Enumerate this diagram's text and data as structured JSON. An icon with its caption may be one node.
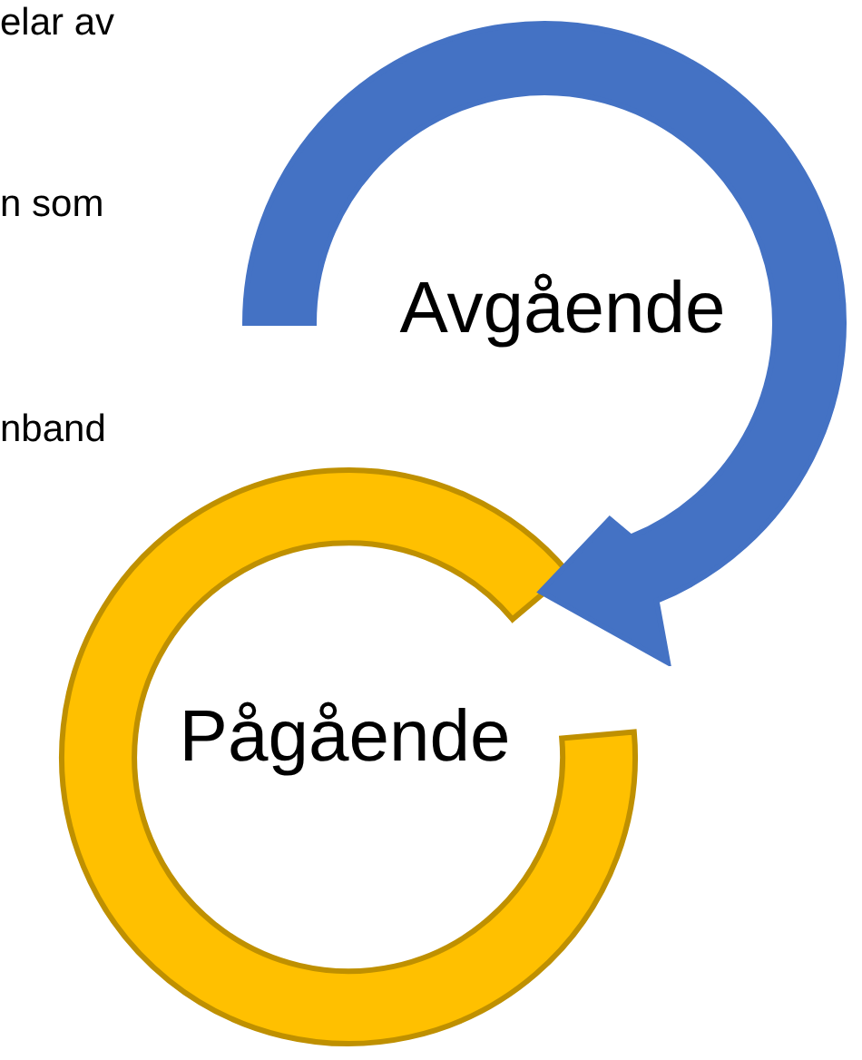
{
  "diagram": {
    "nodes": [
      {
        "text": [
          "Avgående"
        ]
      },
      {
        "text": [
          "Pågående"
        ]
      }
    ],
    "labels": [
      "elar av",
      "n som",
      "nband"
    ]
  }
}
